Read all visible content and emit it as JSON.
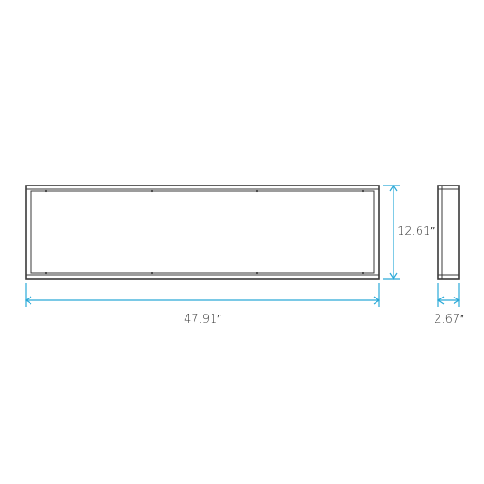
{
  "dimensions": {
    "width": "47.91″",
    "height": "12.61″",
    "depth": "2.67″"
  },
  "colors": {
    "frame": "#3a3a3a",
    "dimension": "#2aa9d8"
  }
}
